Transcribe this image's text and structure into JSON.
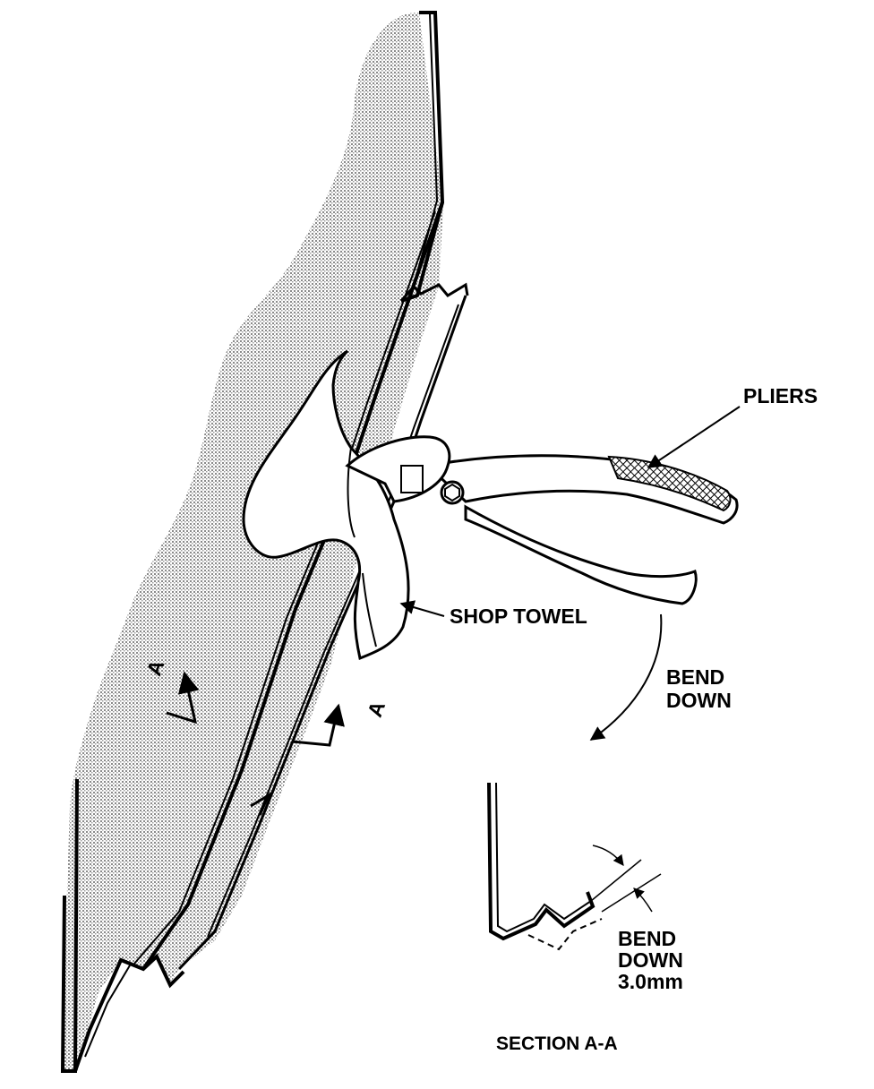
{
  "labels": {
    "pliers": "PLIERS",
    "shop_towel": "SHOP TOWEL",
    "bend_down_1": "BEND",
    "bend_down_2": "DOWN",
    "bend_down_3mm_1": "BEND",
    "bend_down_3mm_2": "DOWN",
    "bend_down_3mm_3": "3.0mm",
    "section_title": "SECTION A-A",
    "section_marker_left": "A",
    "section_marker_right": "A"
  },
  "colors": {
    "ink": "#000000",
    "paper": "#ffffff",
    "panel_shade": "#b5b5b5"
  }
}
